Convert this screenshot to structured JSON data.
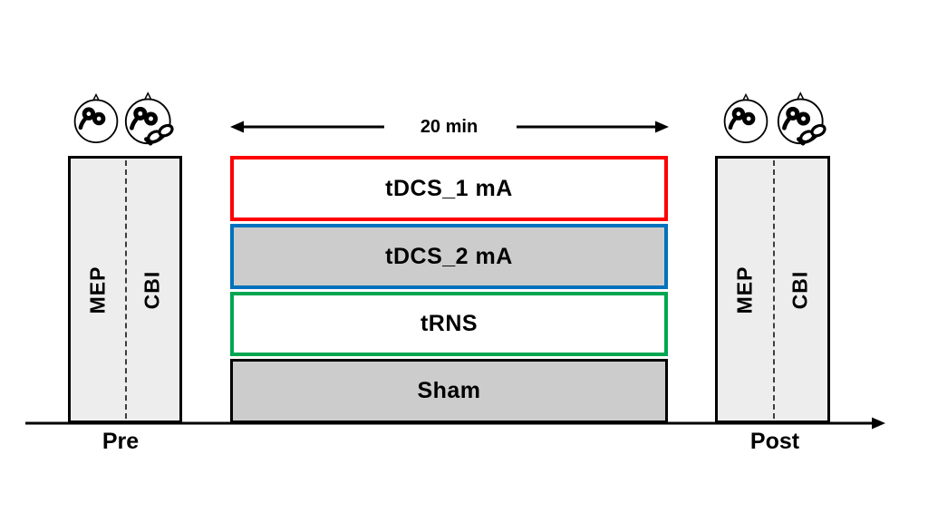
{
  "duration_arrow": {
    "label": "20 min"
  },
  "pre_block": {
    "caption": "Pre",
    "left_label": "MEP",
    "right_label": "CBI"
  },
  "post_block": {
    "caption": "Post",
    "left_label": "MEP",
    "right_label": "CBI"
  },
  "conditions": [
    {
      "label": "tDCS_1 mA",
      "border_color": "#fe0000",
      "fill_color": "#ffffff"
    },
    {
      "label": "tDCS_2 mA",
      "border_color": "#0071bc",
      "fill_color": "#cccccc"
    },
    {
      "label": "tRNS",
      "border_color": "#00a651",
      "fill_color": "#ffffff"
    },
    {
      "label": "Sham",
      "border_color": "#000000",
      "fill_color": "#cccccc"
    }
  ],
  "icons": {
    "pre_left": "tms-single-coil-head-icon",
    "pre_right": "tms-dual-coil-head-icon",
    "post_left": "tms-single-coil-head-icon",
    "post_right": "tms-dual-coil-head-icon"
  },
  "colors": {
    "bar_fill": "#ededed",
    "axis": "#000000",
    "background": "#ffffff"
  }
}
